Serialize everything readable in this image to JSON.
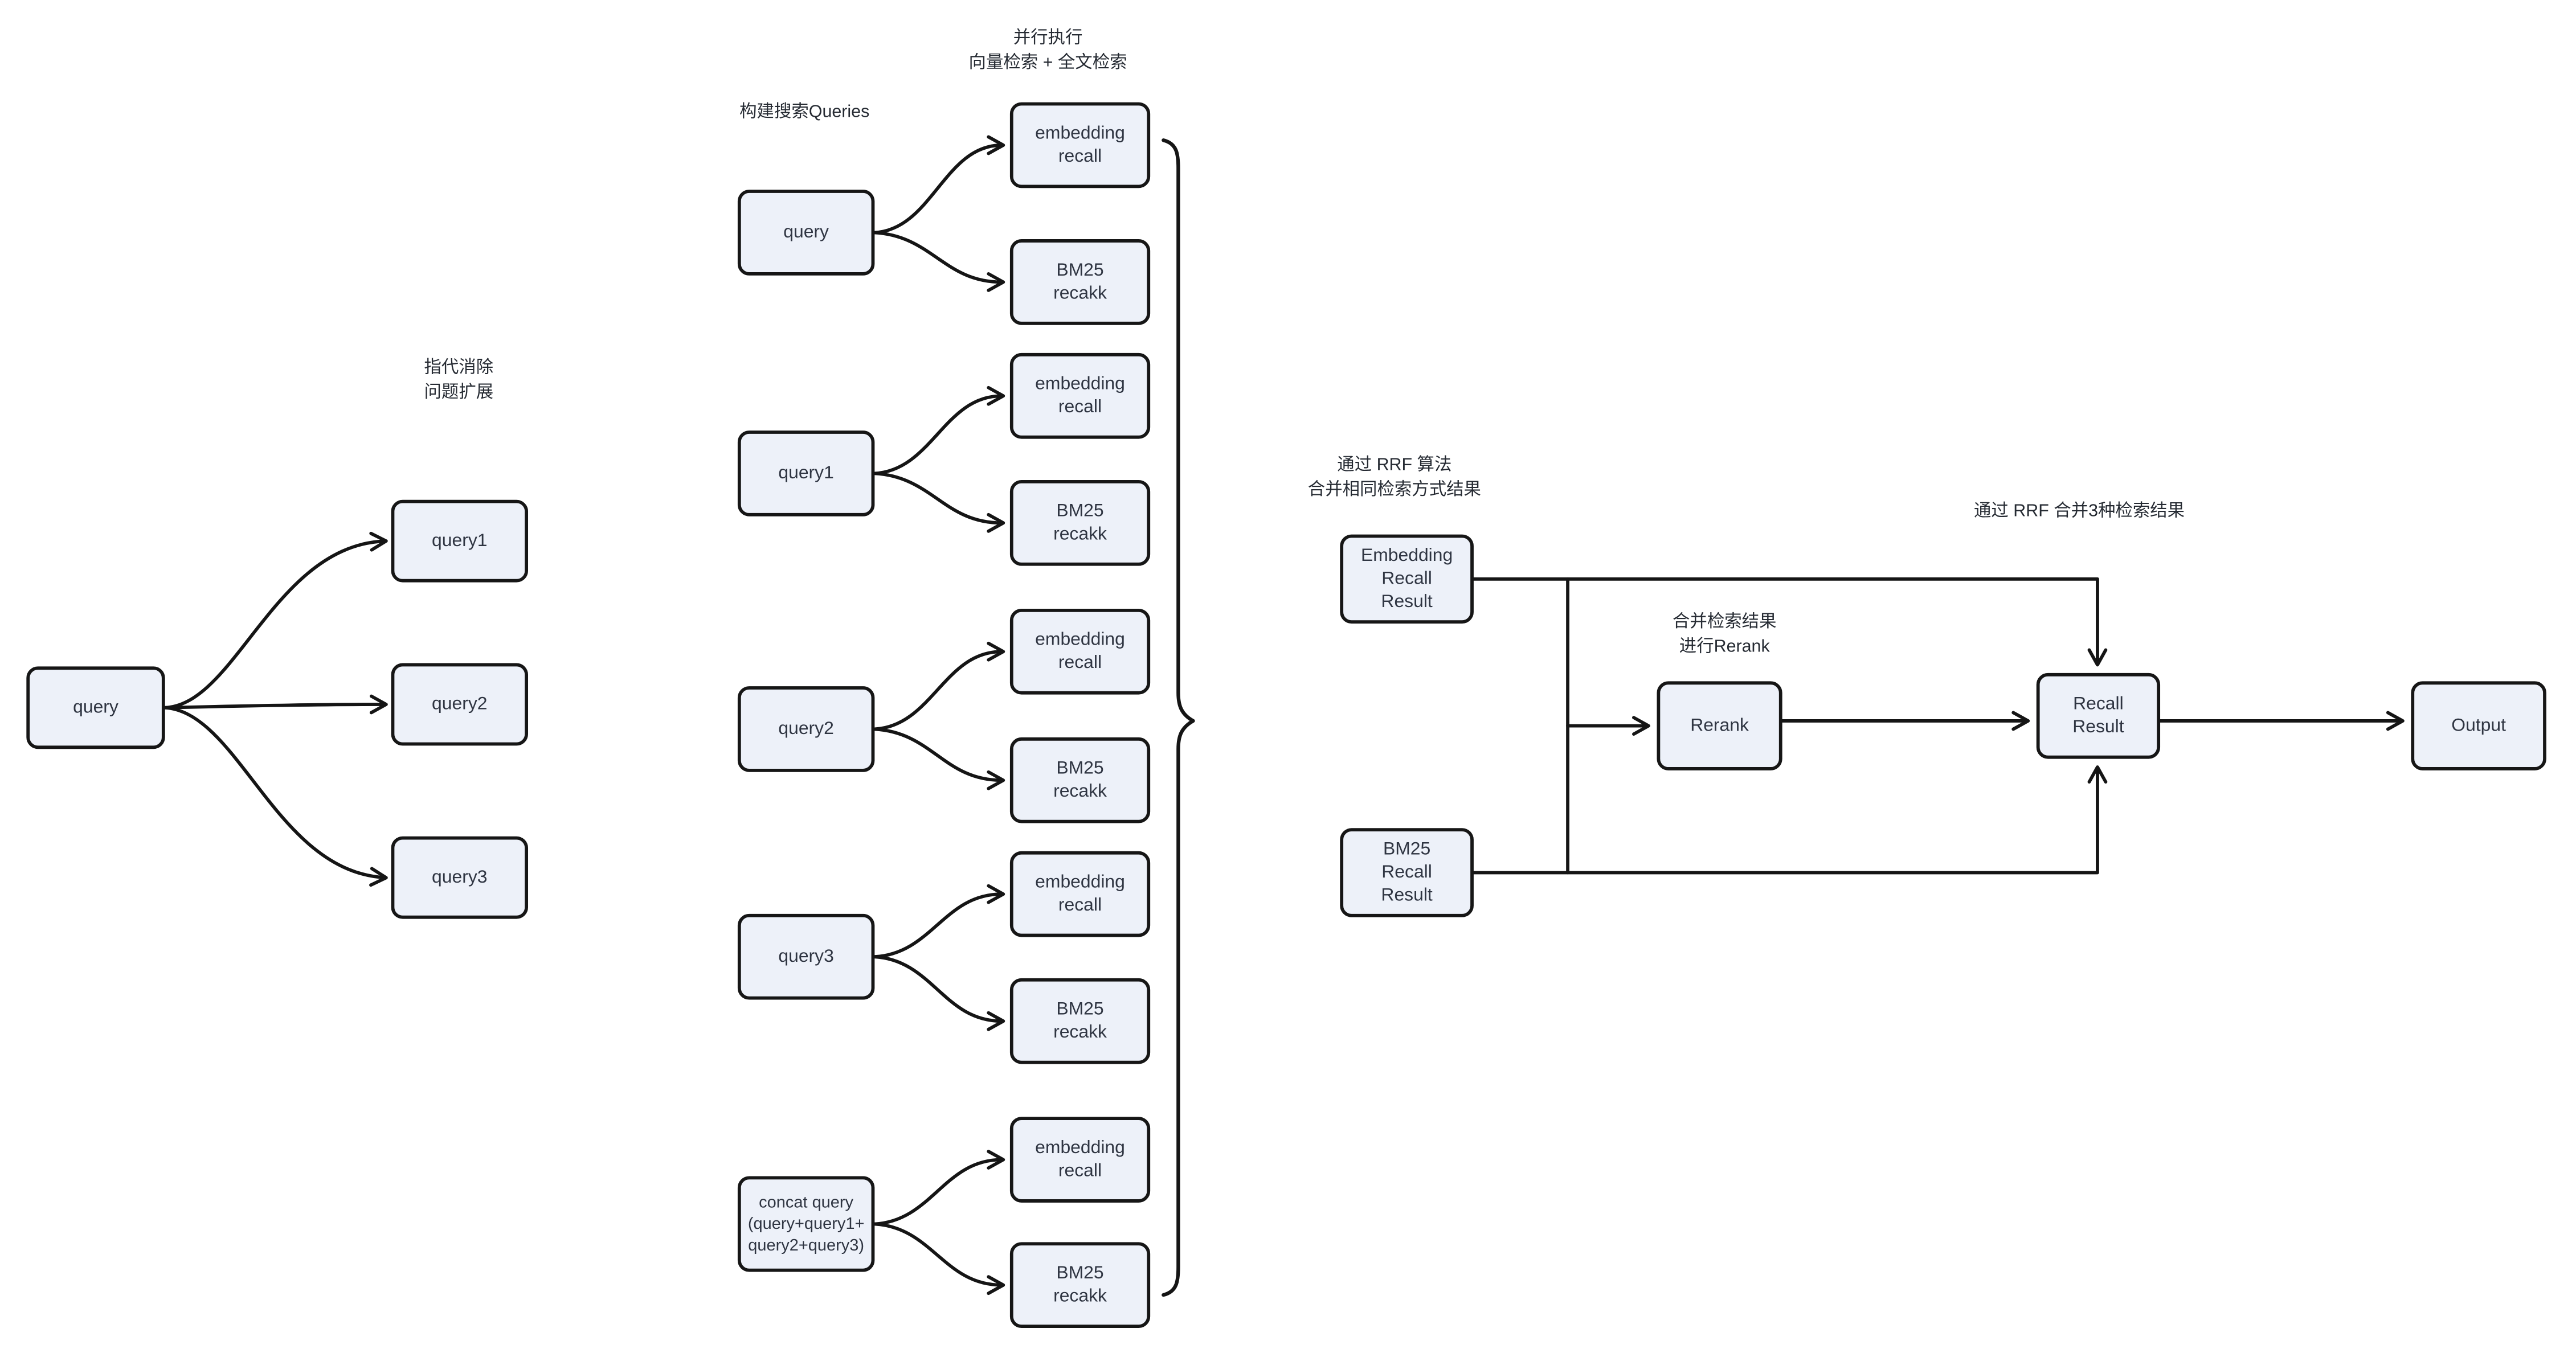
{
  "canvas": {
    "colors": {
      "node_fill": "#edf1f9",
      "node_border": "#161616",
      "node_text": "#2f3542",
      "note_text": "#262b33",
      "wire": "#151515",
      "canvas_bg": "#ffffff"
    }
  },
  "annotations": {
    "coref": "指代消除\n问题扩展",
    "build_queries": "构建搜索Queries",
    "parallel": "并行执行\n向量检索 + 全文检索",
    "rrf_same_method": "通过 RRF 算法\n合并相同检索方式结果",
    "rerank_note": "合并检索结果\n进行Rerank",
    "rrf_merge3": "通过 RRF 合并3种检索结果"
  },
  "expand": {
    "source": "query",
    "outputs": [
      "query1",
      "query2",
      "query3"
    ]
  },
  "pipeline": {
    "groups": [
      {
        "source": "query",
        "vector": "embedding\nrecall",
        "fulltext": "BM25\nrecakk"
      },
      {
        "source": "query1",
        "vector": "embedding\nrecall",
        "fulltext": "BM25\nrecakk"
      },
      {
        "source": "query2",
        "vector": "embedding\nrecall",
        "fulltext": "BM25\nrecakk"
      },
      {
        "source": "query3",
        "vector": "embedding\nrecall",
        "fulltext": "BM25\nrecakk"
      },
      {
        "source": "concat query\n(query+query1+\nquery2+query3)",
        "vector": "embedding\nrecall",
        "fulltext": "BM25\nrecakk"
      }
    ]
  },
  "merge": {
    "embedding_result": "Embedding\nRecall\nResult",
    "bm25_result": "BM25\nRecall\nResult",
    "rerank": "Rerank",
    "recall_result": "Recall\nResult",
    "output": "Output"
  }
}
